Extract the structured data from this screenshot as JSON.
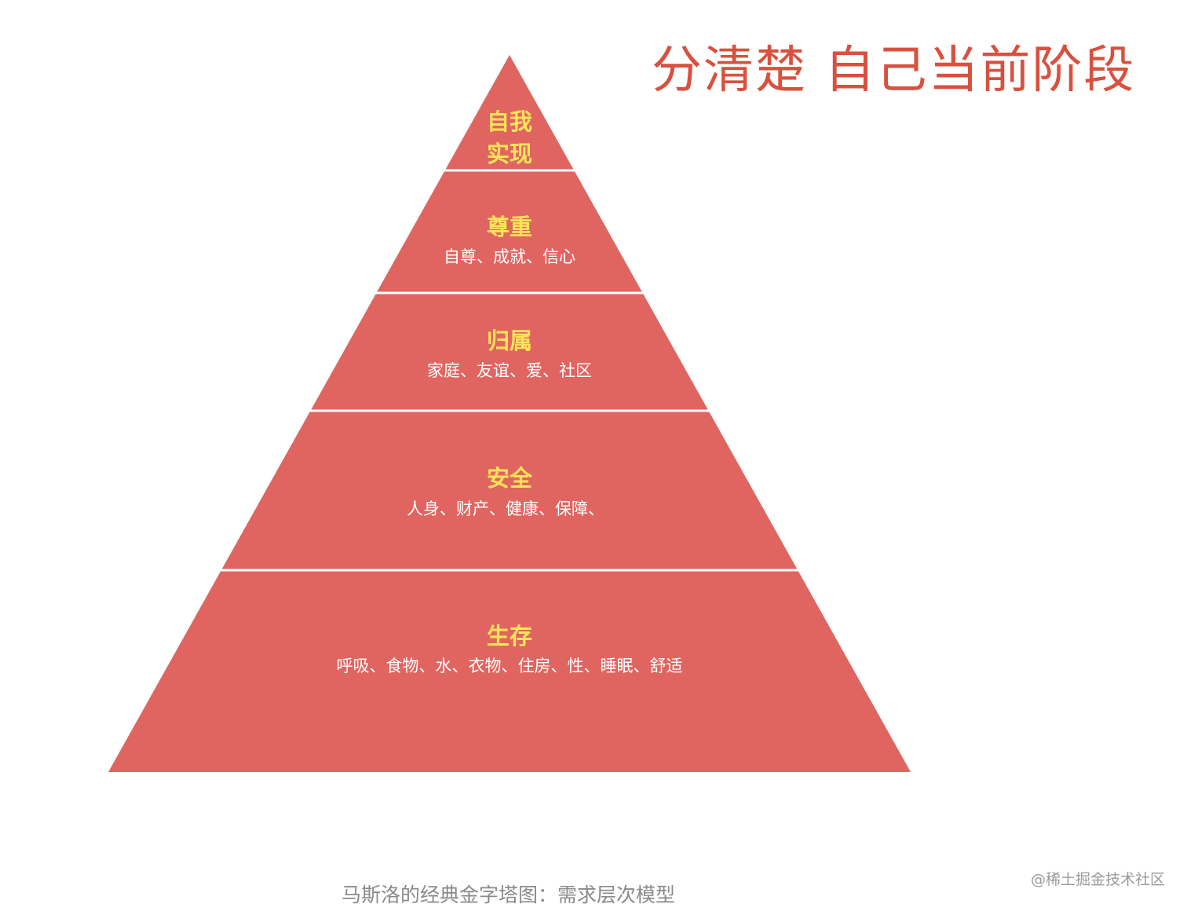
{
  "title": "分清楚 自己当前阶段",
  "pyramid": {
    "tiers": [
      {
        "title": "自我",
        "title_line2": "实现",
        "subtitle": ""
      },
      {
        "title": "尊重",
        "subtitle": "自尊、成就、信心"
      },
      {
        "title": "归属",
        "subtitle": "家庭、友谊、爱、社区"
      },
      {
        "title": "安全",
        "subtitle": "人身、财产、健康、保障、"
      },
      {
        "title": "生存",
        "subtitle": "呼吸、食物、水、衣物、住房、性、睡眠、舒适"
      }
    ],
    "fill_color": "#e06560",
    "title_color": "#ffe35a",
    "subtitle_color": "#ffffff"
  },
  "caption": "马斯洛的经典金字塔图：需求层次模型",
  "watermark": "@稀土掘金技术社区"
}
